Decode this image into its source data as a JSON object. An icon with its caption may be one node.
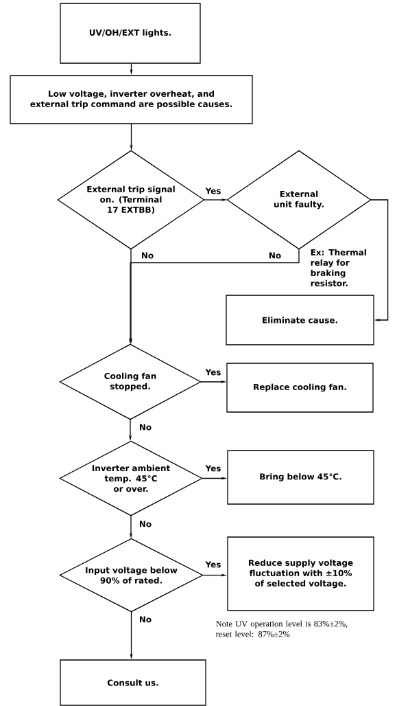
{
  "diagram": {
    "nodes": [
      {
        "text": [
          "UV/OH/EXT lights."
        ]
      },
      {
        "text": [
          "Low voltage, inverter overheat, and external trip command are possible causes."
        ]
      },
      {
        "text": [
          "External trip signal on. (Terminal 17 EXTBB)"
        ]
      },
      {
        "text": [
          "External unit faulty."
        ]
      },
      {
        "text": [
          "Eliminate cause."
        ]
      },
      {
        "text": [
          "Cooling fan stopped."
        ]
      },
      {
        "text": [
          "Replace cooling fan."
        ]
      },
      {
        "text": [
          "Inverter ambient temp. 45°C or over."
        ]
      },
      {
        "text": [
          "Bring below 45°C."
        ]
      },
      {
        "text": [
          "Input voltage below 90% of rated."
        ]
      },
      {
        "text": [
          "Reduce supply voltage fluctuation with ±10% of selected voltage."
        ]
      },
      {
        "text": [
          "Consult us."
        ]
      }
    ],
    "edges": [
      {
        "from": 0,
        "to": 1,
        "arrow": "to"
      },
      {
        "from": 1,
        "to": 2,
        "arrow": "to"
      },
      {
        "from": 2,
        "to": 3,
        "arrow": "to",
        "label": "Yes"
      },
      {
        "from": 3,
        "to": 4,
        "arrow": "to"
      },
      {
        "from": 3,
        "to": 5,
        "arrow": "to",
        "label": "No"
      },
      {
        "from": 2,
        "to": 5,
        "arrow": "to",
        "label": "No"
      },
      {
        "from": 5,
        "to": 6,
        "arrow": "to",
        "label": "Yes"
      },
      {
        "from": 5,
        "to": 7,
        "arrow": "to",
        "label": "No"
      },
      {
        "from": 7,
        "to": 8,
        "arrow": "to",
        "label": "Yes"
      },
      {
        "from": 7,
        "to": 9,
        "arrow": "to",
        "label": "No"
      },
      {
        "from": 9,
        "to": 10,
        "arrow": "to",
        "label": "Yes"
      },
      {
        "from": 9,
        "to": 11,
        "arrow": "to",
        "label": "No"
      }
    ],
    "labels": [
      "Ex: Thermal relay for braking resistor.",
      "Note UV operation level is 83%±2%, reset level: 87%±2%"
    ]
  }
}
